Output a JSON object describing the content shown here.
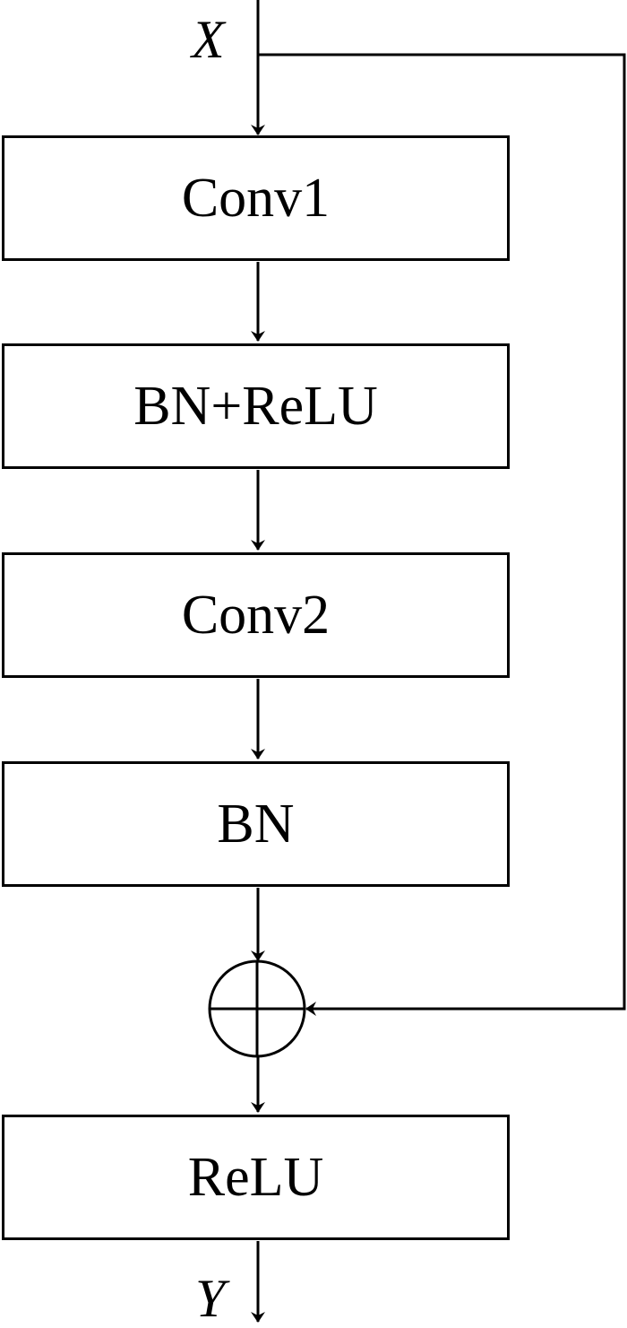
{
  "input_label": "X",
  "output_label": "Y",
  "blocks": [
    {
      "label": "Conv1"
    },
    {
      "label": "BN+ReLU"
    },
    {
      "label": "Conv2"
    },
    {
      "label": "BN"
    },
    {
      "label": "ReLU"
    }
  ],
  "adder_symbol": "sum-circle-icon",
  "colors": {
    "line": "#000000",
    "background": "#ffffff"
  }
}
